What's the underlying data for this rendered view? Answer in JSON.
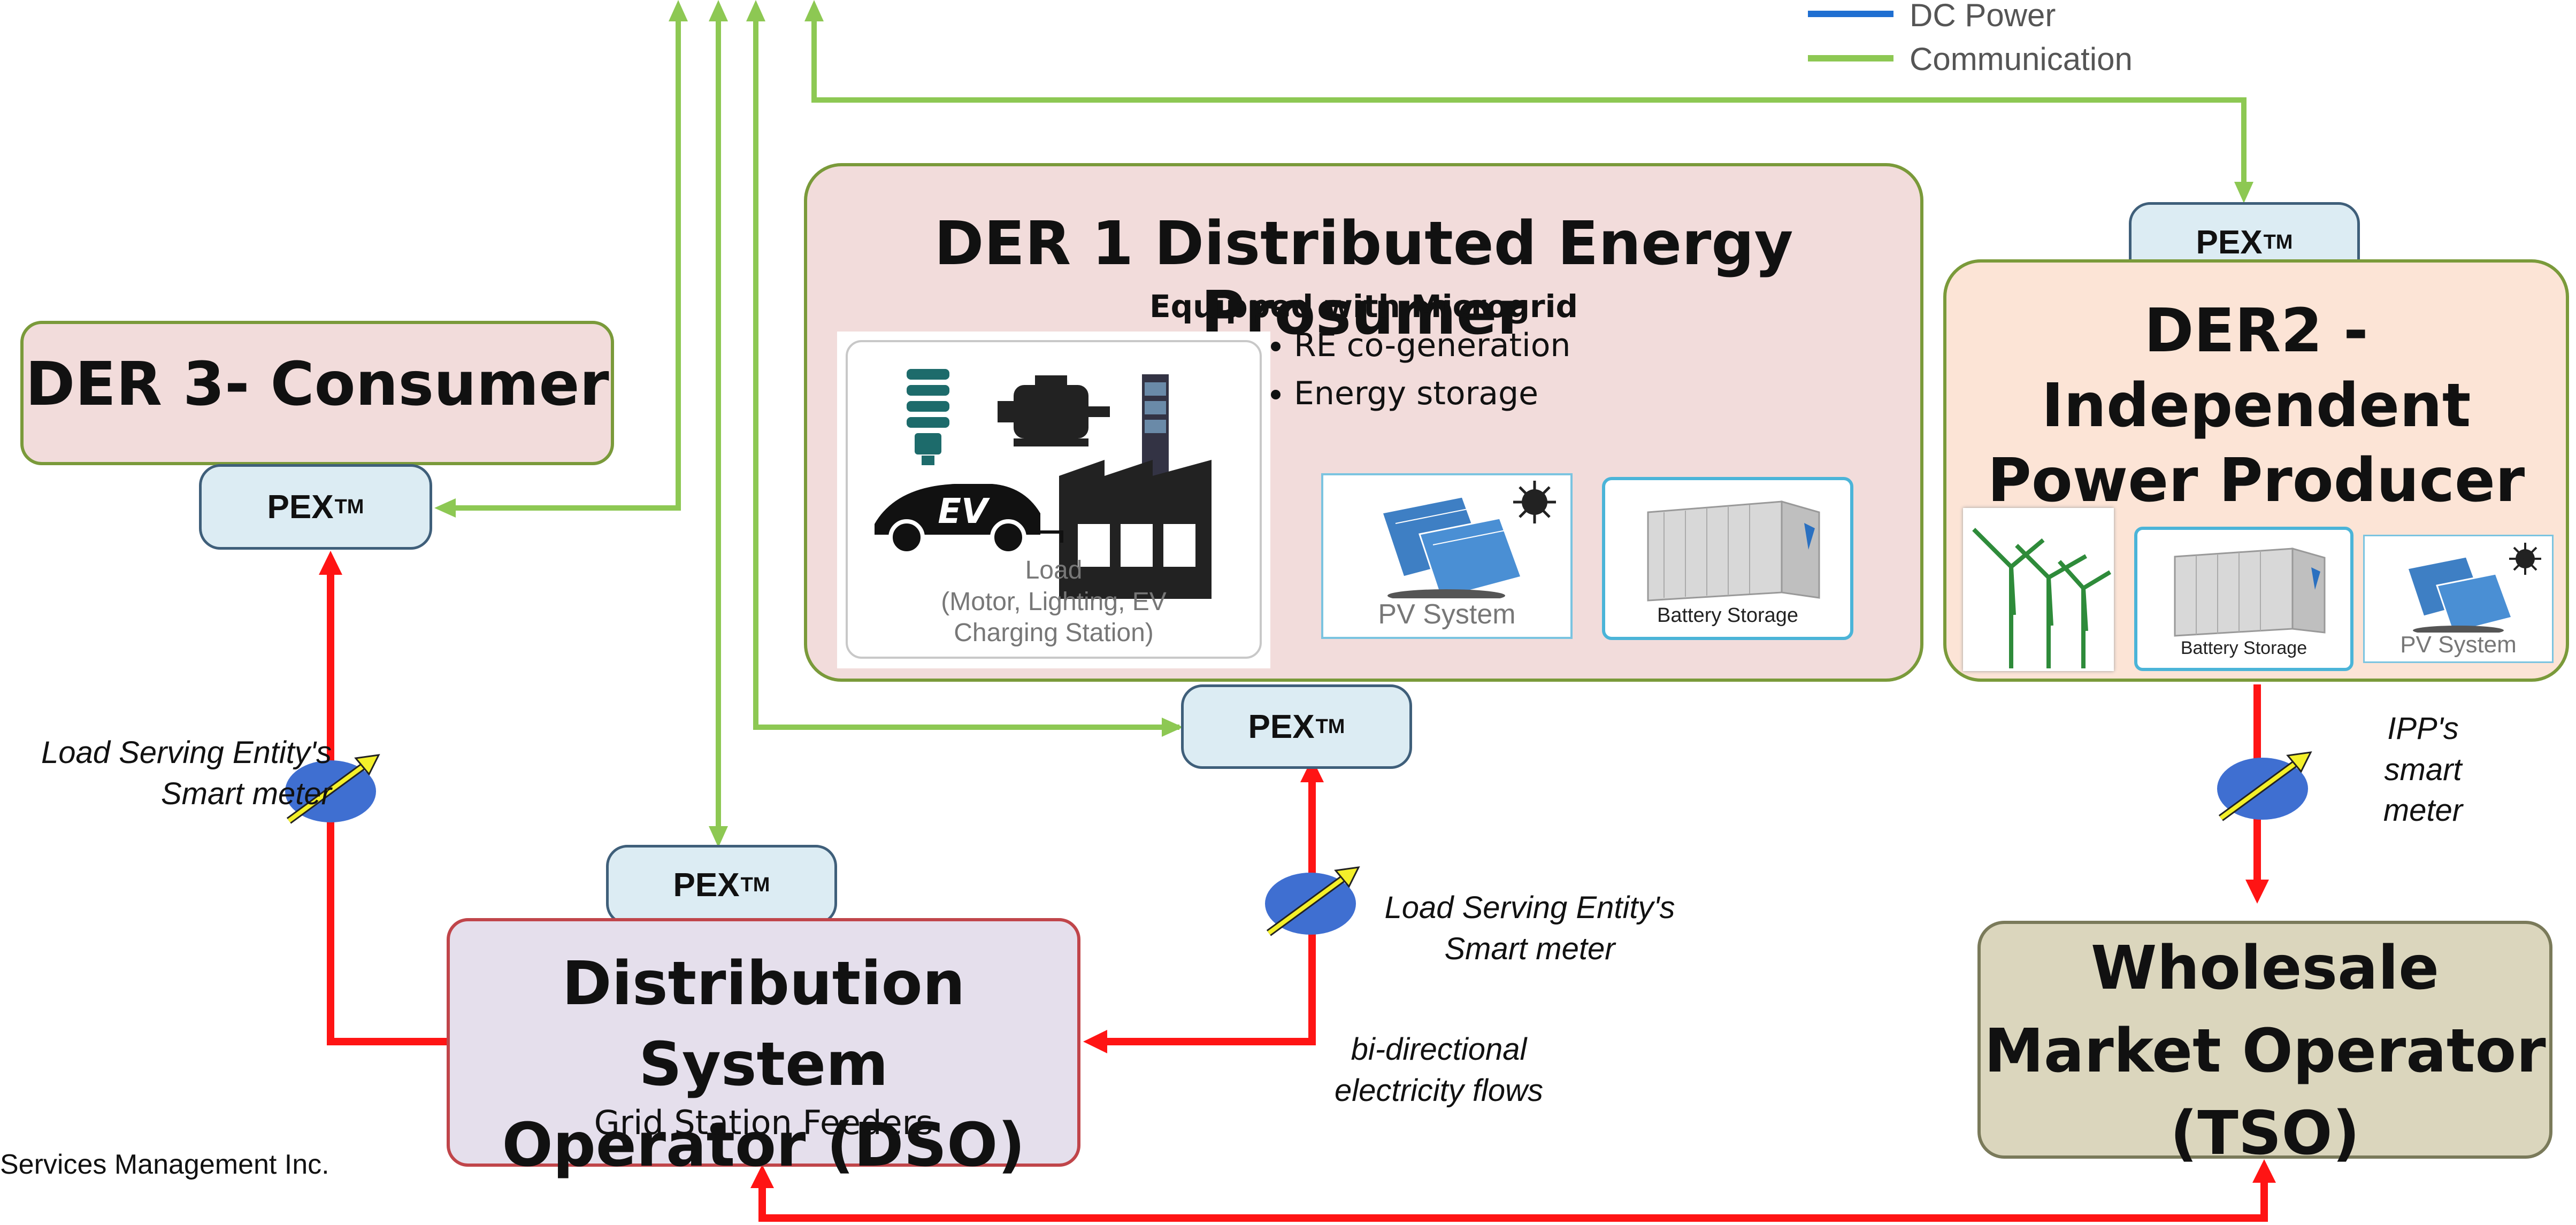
{
  "legend": {
    "items": [
      {
        "label": "DC Power",
        "color": "#1f6fd1"
      },
      {
        "label": "Communication",
        "color": "#8dc853"
      }
    ]
  },
  "pex_label": "PEX",
  "pex_sup": "TM",
  "der1": {
    "title": "DER 1 Distributed Energy Prosumer",
    "subtitle": "Equipped with Microgrid",
    "bullets": [
      "RE co-generation",
      "Energy storage"
    ],
    "load_label": "Load\n(Motor, Lighting, EV\nCharging Station)",
    "ev_badge": "EV",
    "pv_label": "PV System",
    "battery_label": "Battery Storage"
  },
  "der2": {
    "title": "DER2 -\nIndependent\nPower Producer",
    "battery_label": "Battery Storage",
    "pv_label": "PV System"
  },
  "der3": {
    "title": "DER 3- Consumer"
  },
  "dso": {
    "title": "Distribution System\nOperator (DSO)",
    "subtitle": "Grid Station Feeders"
  },
  "tso": {
    "title": "Wholesale\nMarket Operator\n(TSO)"
  },
  "annotations": {
    "lse_meter_left": "Load Serving Entity's\nSmart meter",
    "lse_meter_mid": "Load Serving Entity's\nSmart meter",
    "bidirectional": "bi-directional\nelectricity  flows",
    "ipp_meter": "IPP's\nsmart\nmeter"
  },
  "footer": "Services Management Inc.",
  "colors": {
    "power_flow": "#ff1414",
    "communication": "#8dc853",
    "meter": "#3f6fd1",
    "meter_arrow": "#f4f02a"
  }
}
